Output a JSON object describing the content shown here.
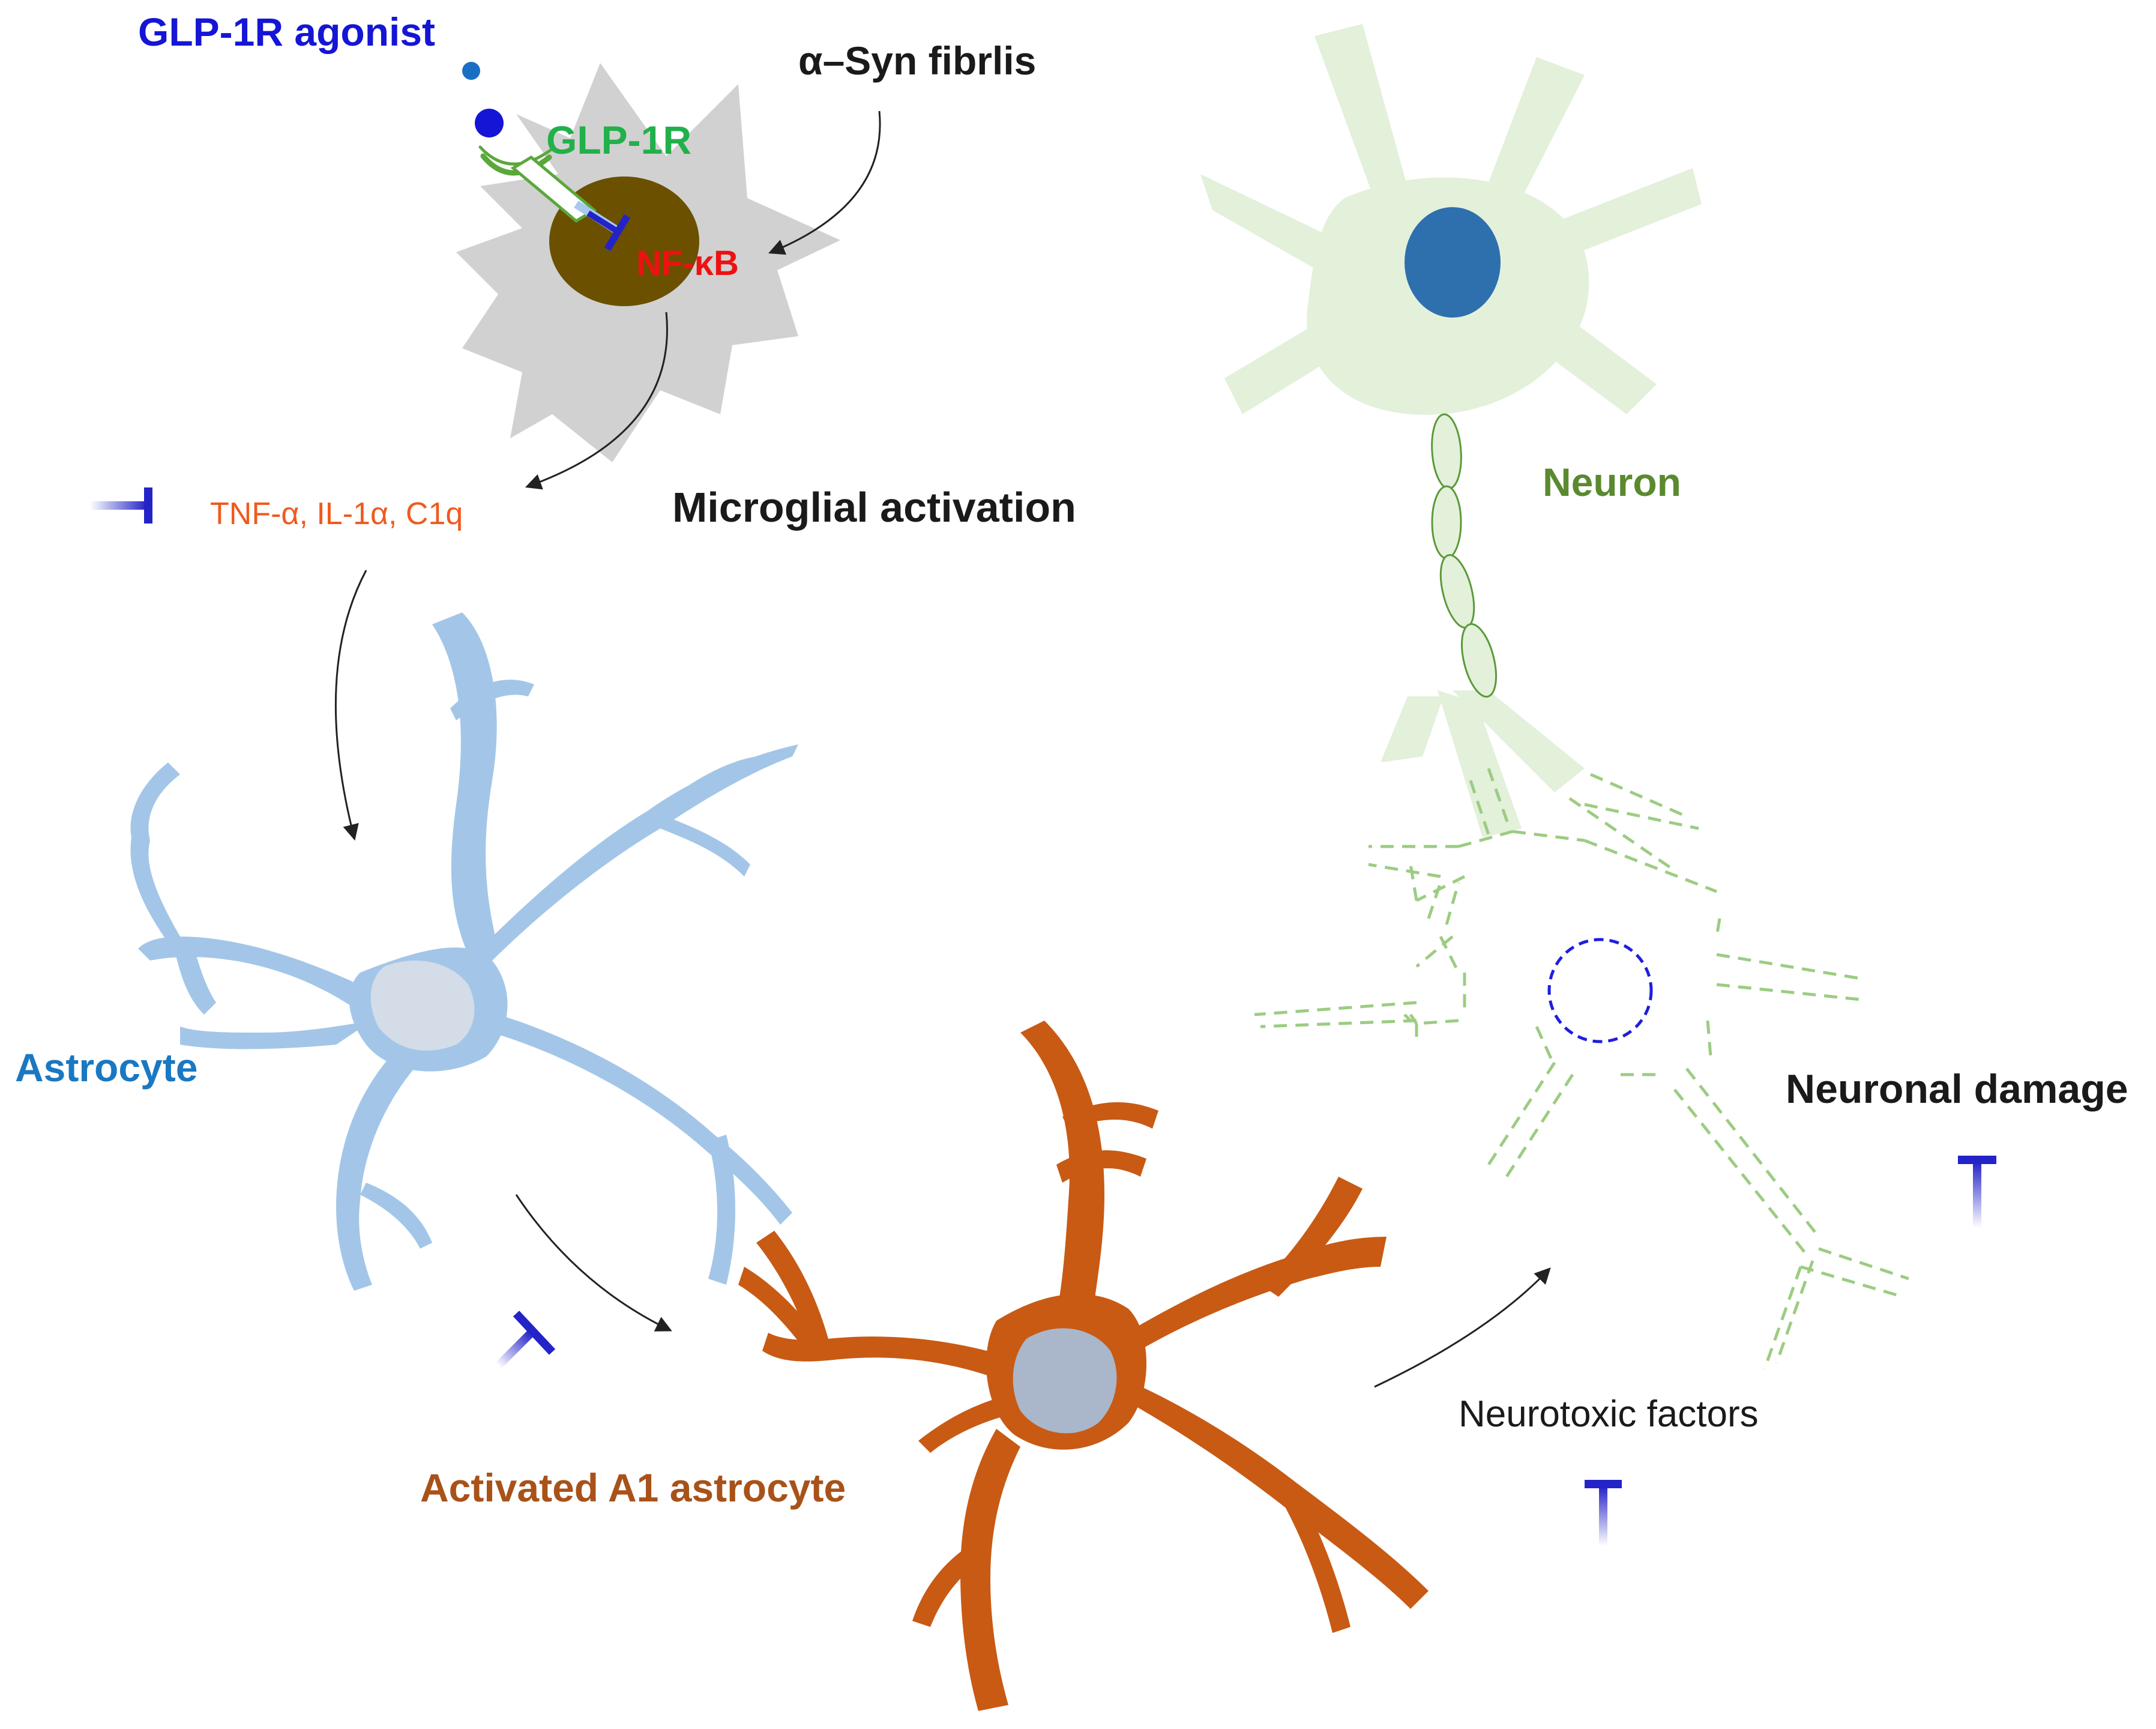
{
  "labels": {
    "glp1r_agonist": "GLP-1R agonist",
    "glp1r": "GLP-1R",
    "syn_fibrils": "α–Syn fibrlis",
    "nfkb": "NF-κB",
    "cytokines": "TNF-α, IL-1α, C1q",
    "microglial_activation": "Microglial activation",
    "neuron": "Neuron",
    "astrocyte": "Astrocyte",
    "activated_a1": "Activated A1 astrocyte",
    "neurotoxic": "Neurotoxic factors",
    "neuronal_damage": "Neuronal damage"
  },
  "colors": {
    "agonist_blue": "#1515d6",
    "agonist_small": "#1a6fc4",
    "receptor_green": "#22b04b",
    "nfkb_red": "#ee1111",
    "cytokine_orange": "#f05a1e",
    "neuron_green": "#5a8a2f",
    "neuron_fill": "#e3f0da",
    "neuron_nucleus": "#2e6fae",
    "astro_blue": "#1a78c2",
    "astro_fill": "#a3c6e8",
    "a1_brown": "#a8521a",
    "a1_fill": "#c85a14",
    "microglia_fill": "#d1d1d1",
    "microglia_nucleus": "#6b5000",
    "inhibitor_blue": "#2323c8",
    "dashed_green": "#9ccc82",
    "dashed_blue": "#1e1ee0"
  }
}
